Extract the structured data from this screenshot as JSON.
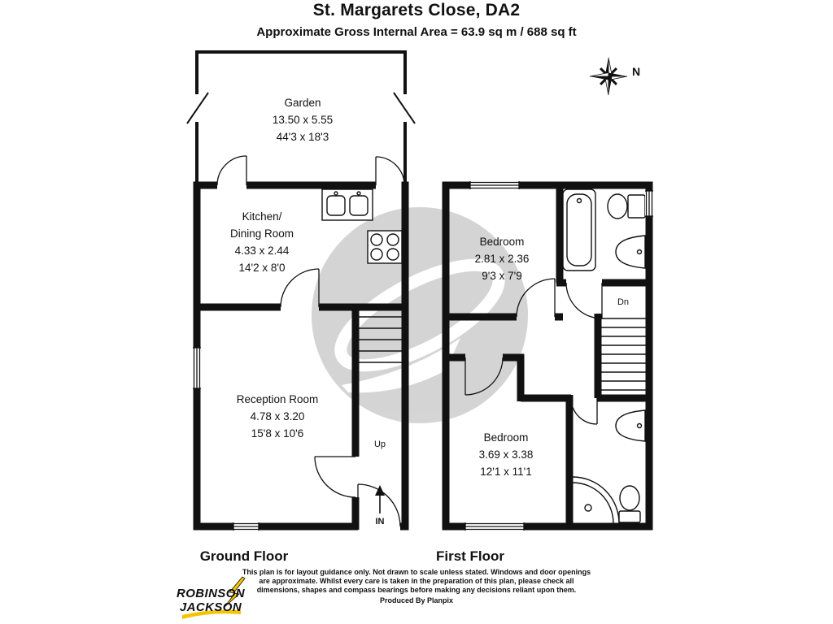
{
  "header": {
    "title": "St. Margarets Close, DA2",
    "subtitle": "Approximate Gross Internal Area = 63.9 sq m / 688 sq ft"
  },
  "compass": {
    "north": "N"
  },
  "ground_floor": {
    "floor_label": "Ground Floor",
    "garden": {
      "name": "Garden",
      "metric": "13.50 x 5.55",
      "imperial": "44'3 x 18'3"
    },
    "kitchen": {
      "name_line1": "Kitchen/",
      "name_line2": "Dining Room",
      "metric": "4.33 x 2.44",
      "imperial": "14'2 x 8'0"
    },
    "reception": {
      "name": "Reception Room",
      "metric": "4.78 x 3.20",
      "imperial": "15'8 x 10'6"
    },
    "stairs_label": "Up",
    "entrance_label": "IN"
  },
  "first_floor": {
    "floor_label": "First Floor",
    "bedroom_front": {
      "name": "Bedroom",
      "metric": "2.81 x 2.36",
      "imperial": "9'3 x 7'9"
    },
    "bedroom_back": {
      "name": "Bedroom",
      "metric": "3.69 x 3.38",
      "imperial": "12'1 x 11'1"
    },
    "stairs_label": "Dn"
  },
  "branding": {
    "agent_name_line1": "ROBINSON",
    "agent_name_line2": "JACKSON"
  },
  "footer": {
    "disclaimer_line1": "This plan is for layout guidance only. Not drawn to scale unless stated. Windows and door openings",
    "disclaimer_line2": "are approximate. Whilst every care is taken in the preparation of this plan, please check all",
    "disclaimer_line3": "dimensions, shapes and compass bearings before making any decisions reliant upon them.",
    "produced_by": "Produced By Planpix"
  },
  "colors": {
    "wall": "#111111",
    "accent_yellow": "#f5c400",
    "watermark_gray": "#ababab"
  }
}
